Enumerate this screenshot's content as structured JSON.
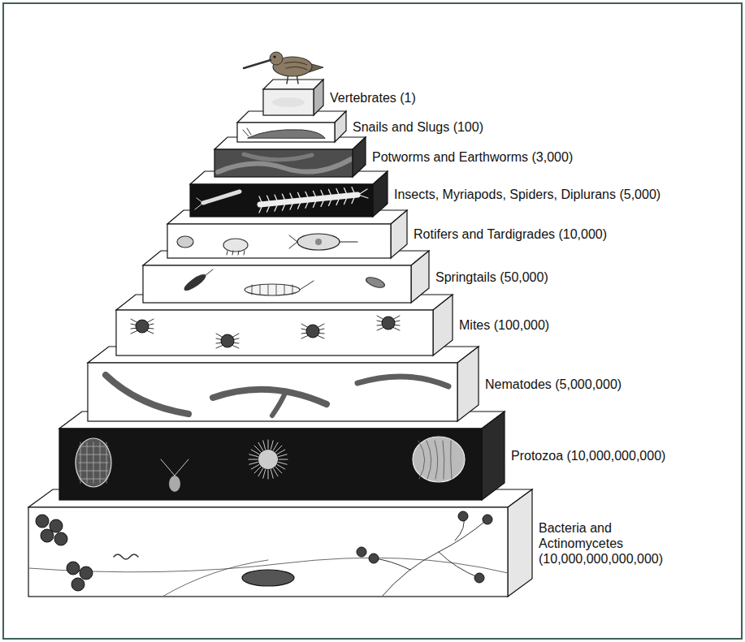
{
  "diagram": {
    "nodes": [
      {
        "text": [
          "Vertebrates (1)"
        ]
      },
      {
        "text": [
          "Snails and Slugs (100)"
        ]
      },
      {
        "text": [
          "Potworms and Earthworms (3,000)"
        ]
      },
      {
        "text": [
          "Insects, Myriapods, Spiders, Diplurans (5,000)"
        ]
      },
      {
        "text": [
          "Rotifers and Tardigrades (10,000)"
        ]
      },
      {
        "text": [
          "Springtails (50,000)"
        ]
      },
      {
        "text": [
          "Mites (100,000)"
        ]
      },
      {
        "text": [
          "Nematodes (5,000,000)"
        ]
      },
      {
        "text": [
          "Protozoa (10,000,000,000)"
        ]
      },
      {
        "text": [
          "Bacteria and Actinomycetes (10,000,000,000,000)"
        ]
      }
    ]
  }
}
